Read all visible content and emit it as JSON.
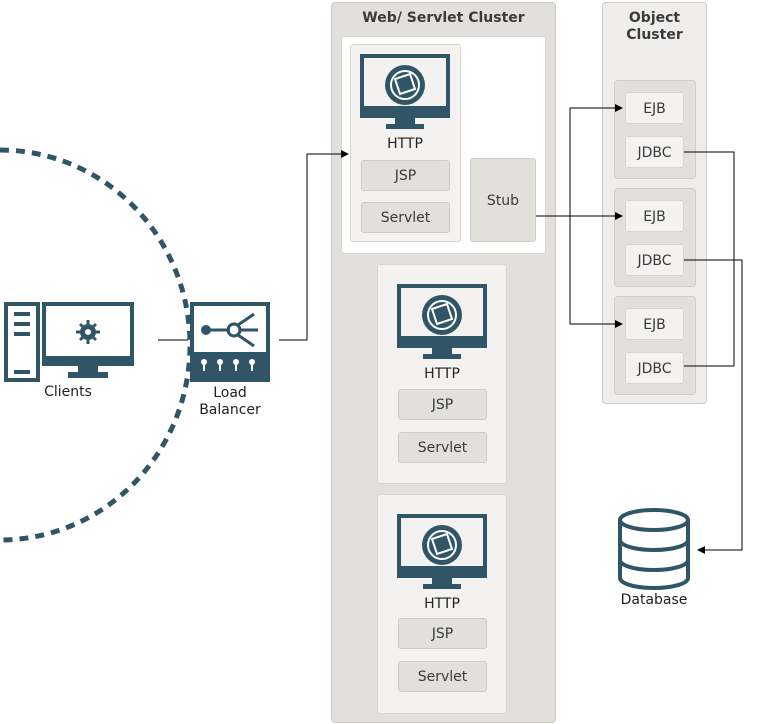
{
  "web_cluster": {
    "title": "Web/ Servlet Cluster",
    "servers": [
      {
        "http": "HTTP",
        "jsp": "JSP",
        "servlet": "Servlet"
      },
      {
        "http": "HTTP",
        "jsp": "JSP",
        "servlet": "Servlet"
      },
      {
        "http": "HTTP",
        "jsp": "JSP",
        "servlet": "Servlet"
      }
    ],
    "stub": "Stub"
  },
  "object_cluster": {
    "title_line1": "Object",
    "title_line2": "Cluster",
    "groups": [
      {
        "ejb": "EJB",
        "jdbc": "JDBC"
      },
      {
        "ejb": "EJB",
        "jdbc": "JDBC"
      },
      {
        "ejb": "EJB",
        "jdbc": "JDBC"
      }
    ]
  },
  "clients": {
    "label": "Clients"
  },
  "load_balancer": {
    "label_line1": "Load",
    "label_line2": "Balancer"
  },
  "database": {
    "label": "Database"
  },
  "colors": {
    "icon": "#2f5566",
    "cluster_bg": "#e2e0dc",
    "line": "#000000"
  }
}
